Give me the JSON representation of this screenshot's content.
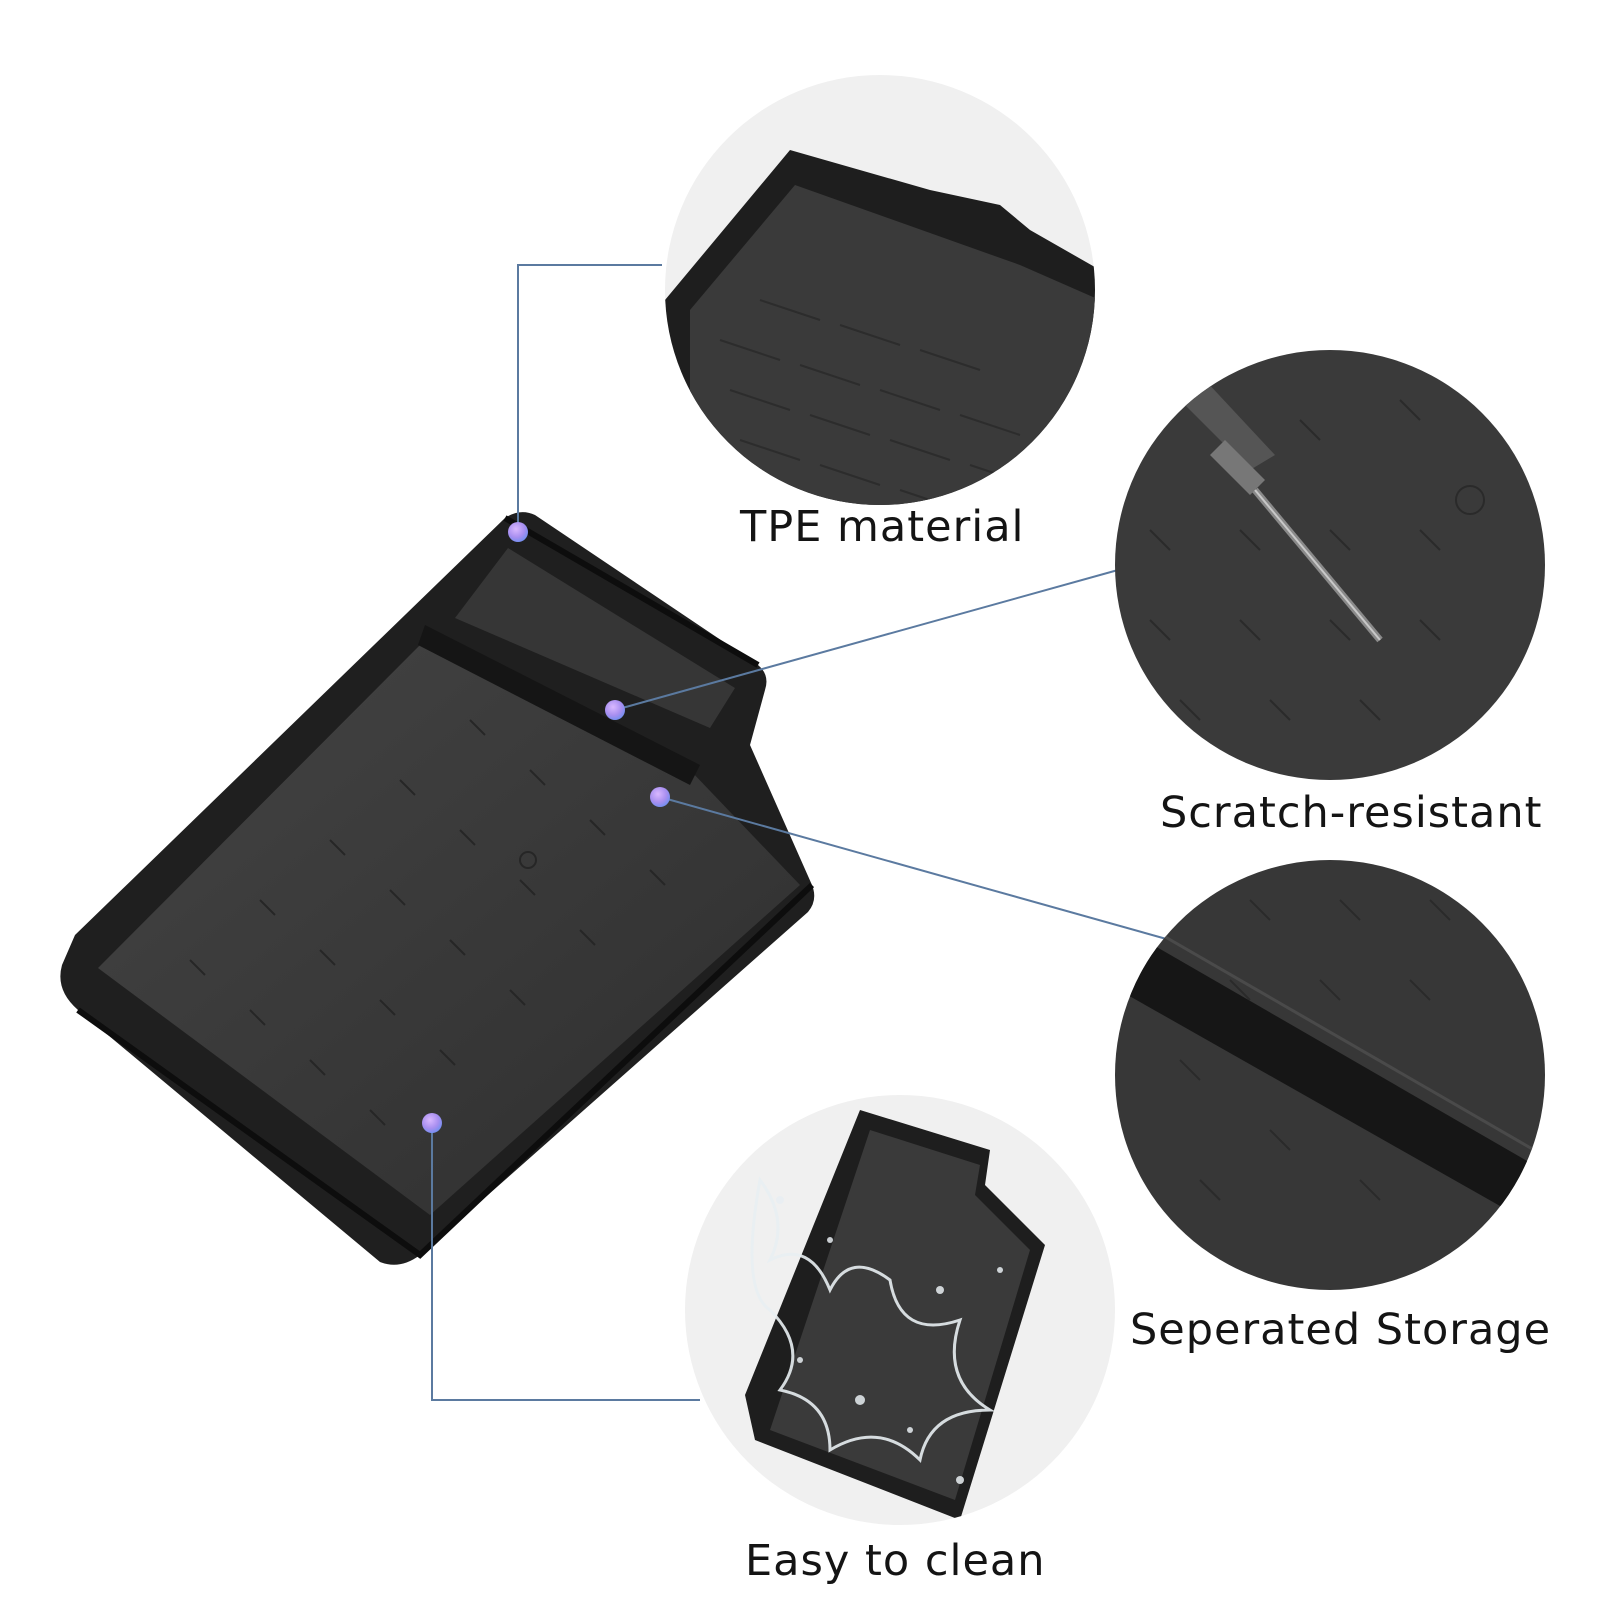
{
  "features": {
    "tpe": {
      "label": "TPE material"
    },
    "scratch": {
      "label": "Scratch-resistant"
    },
    "storage": {
      "label": "Seperated Storage"
    },
    "clean": {
      "label": "Easy to clean"
    }
  },
  "colors": {
    "background": "#ffffff",
    "circle_bg": "#f0f0f0",
    "tray": "#232323",
    "tray_floor": "#3a3a3a",
    "leader_line": "#5b7aa0",
    "marker_dot": "#a88ff0",
    "text": "#141414"
  },
  "icons": {
    "tray": "storage-tray-illustration",
    "screwdriver": "screwdriver-icon",
    "water": "water-splash-icon"
  }
}
